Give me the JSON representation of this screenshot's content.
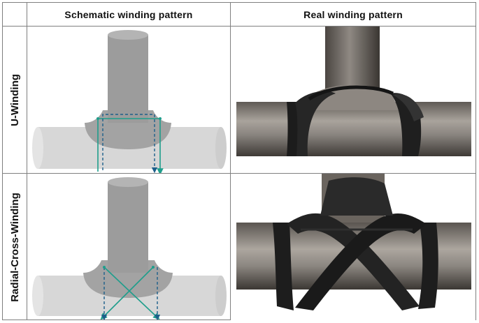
{
  "headers": {
    "schematic": "Schematic winding pattern",
    "real": "Real winding pattern"
  },
  "rows": [
    {
      "label": "U-Winding"
    },
    {
      "label": "Radial-Cross-Winding"
    }
  ],
  "colors": {
    "pipe_main": "#d7d7d7",
    "pipe_branch": "#9c9c9c",
    "fillet": "#a3a3a3",
    "path_solid": "#1f9e8c",
    "path_dashed": "#1d5f8a",
    "metal": "#8a8580",
    "carbon": "#1c1c1c"
  }
}
